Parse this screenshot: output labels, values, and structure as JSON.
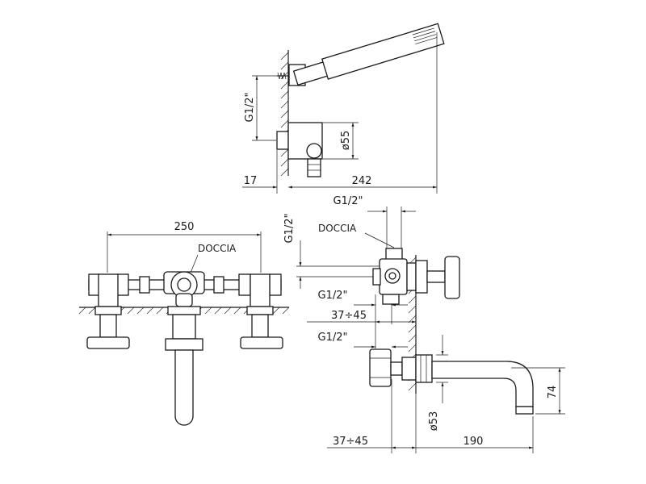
{
  "views": {
    "hand_shower": {
      "dim_thread_vertical": "G1/2\"",
      "dim_diameter": "ø55",
      "dim_wall_gap": "17",
      "dim_total_length": "242"
    },
    "front": {
      "dim_width": "250",
      "label_doccia": "DOCCIA"
    },
    "side_diverter": {
      "dim_thread_top": "G1/2\"",
      "dim_thread_vertical": "G1/2\"",
      "label_doccia": "DOCCIA",
      "dim_thread_bottom": "G1/2\"",
      "dim_range": "37÷45"
    },
    "spout": {
      "dim_thread": "G1/2\"",
      "dim_diameter": "ø53",
      "dim_height": "74",
      "dim_range": "37÷45",
      "dim_length": "190"
    }
  }
}
